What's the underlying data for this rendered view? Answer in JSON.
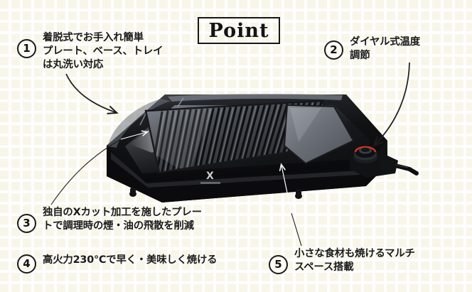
{
  "page": {
    "title_badge": "Point",
    "background_color": "#f7f6e9",
    "grid_line_color": "#ffffff",
    "text_color": "#1b1b1b"
  },
  "callouts": [
    {
      "number": "1",
      "text": "着脱式でお手入れ簡単\nプレート、ベース、トレイ\nは丸洗い対応",
      "pointer": "curved-arrow-to-plate-rim"
    },
    {
      "number": "2",
      "text": "ダイヤル式温度\n調節",
      "pointer": "curved-arrow-to-dial"
    },
    {
      "number": "3",
      "text": "独自のXカット加工を施したプレー\nトで調理時の煙・油の飛散を削減",
      "pointer": "thin-line-to-plate-left-edge"
    },
    {
      "number": "4",
      "text": "高火力230℃で早く・美味しく焼ける",
      "pointer": "none"
    },
    {
      "number": "5",
      "text": "小さな食材も焼けるマルチ\nスペース搭載",
      "pointer": "thin-arrow-to-flat-space"
    }
  ],
  "product": {
    "name": "electric-grill-plate",
    "body_color": "#0e0e10",
    "plate_color": "#3a3d42",
    "ridge_count": 34,
    "logo_mark": "X",
    "dial": {
      "knob_color": "#141416",
      "indicator_ring_color": "#d4361f",
      "cord": "power-cord"
    }
  }
}
